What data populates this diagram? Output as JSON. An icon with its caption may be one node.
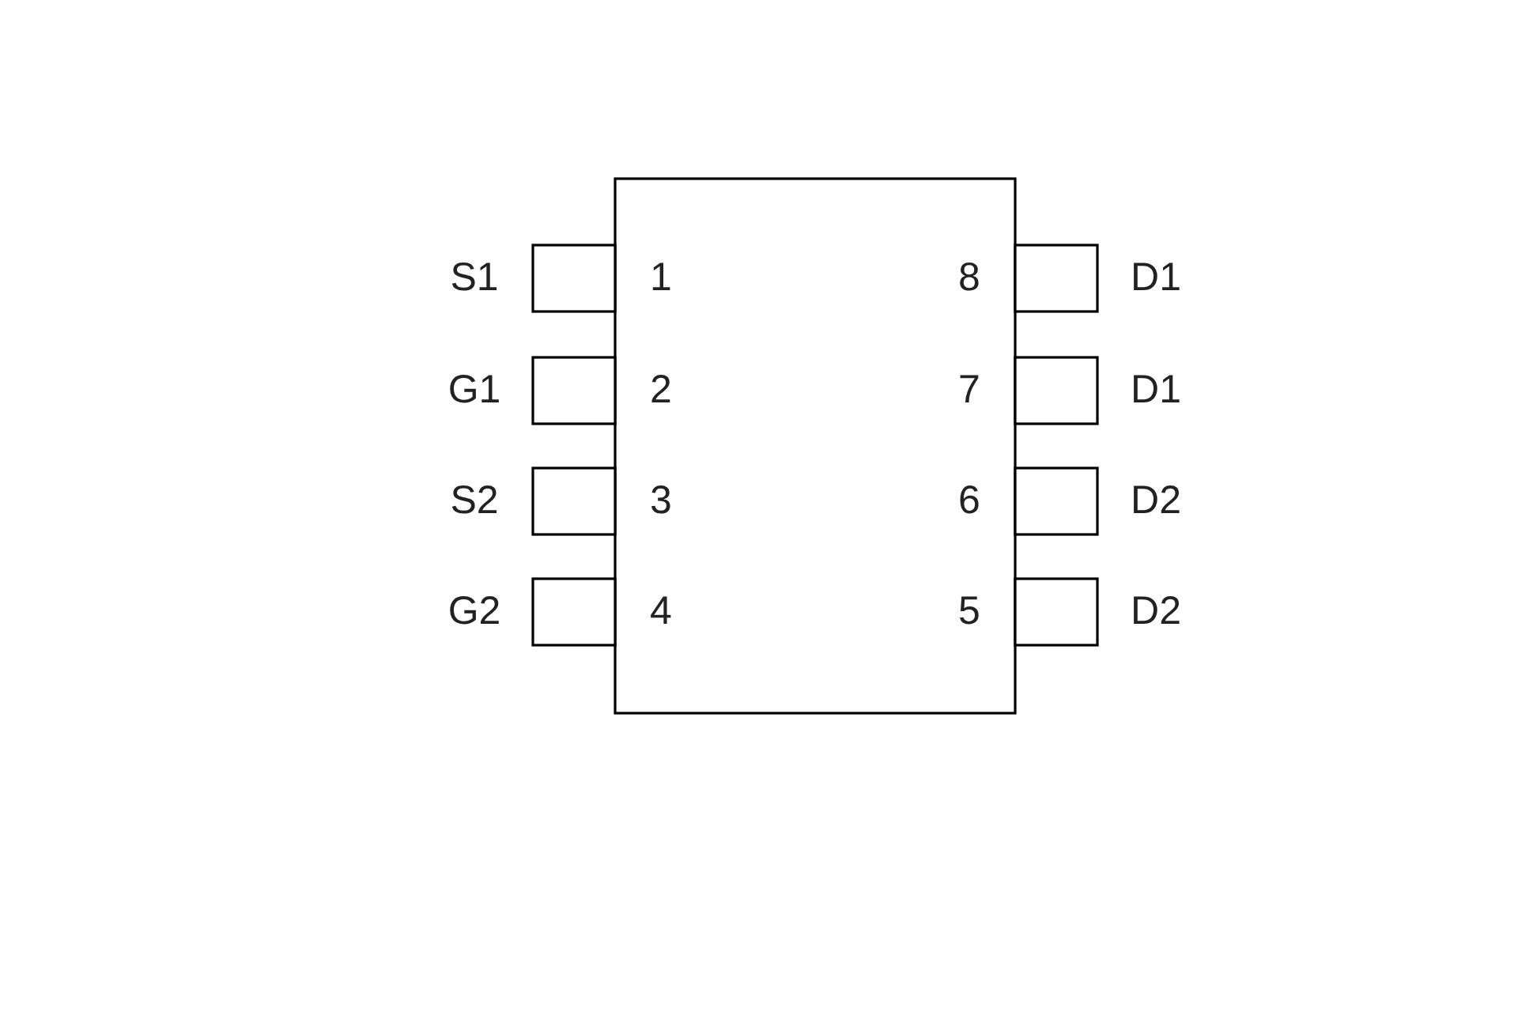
{
  "diagram": {
    "labels": [
      "S1",
      "1",
      "8",
      "D1",
      "G1",
      "2",
      "7",
      "D1",
      "S2",
      "3",
      "6",
      "D2",
      "G2",
      "4",
      "5",
      "D2"
    ]
  }
}
